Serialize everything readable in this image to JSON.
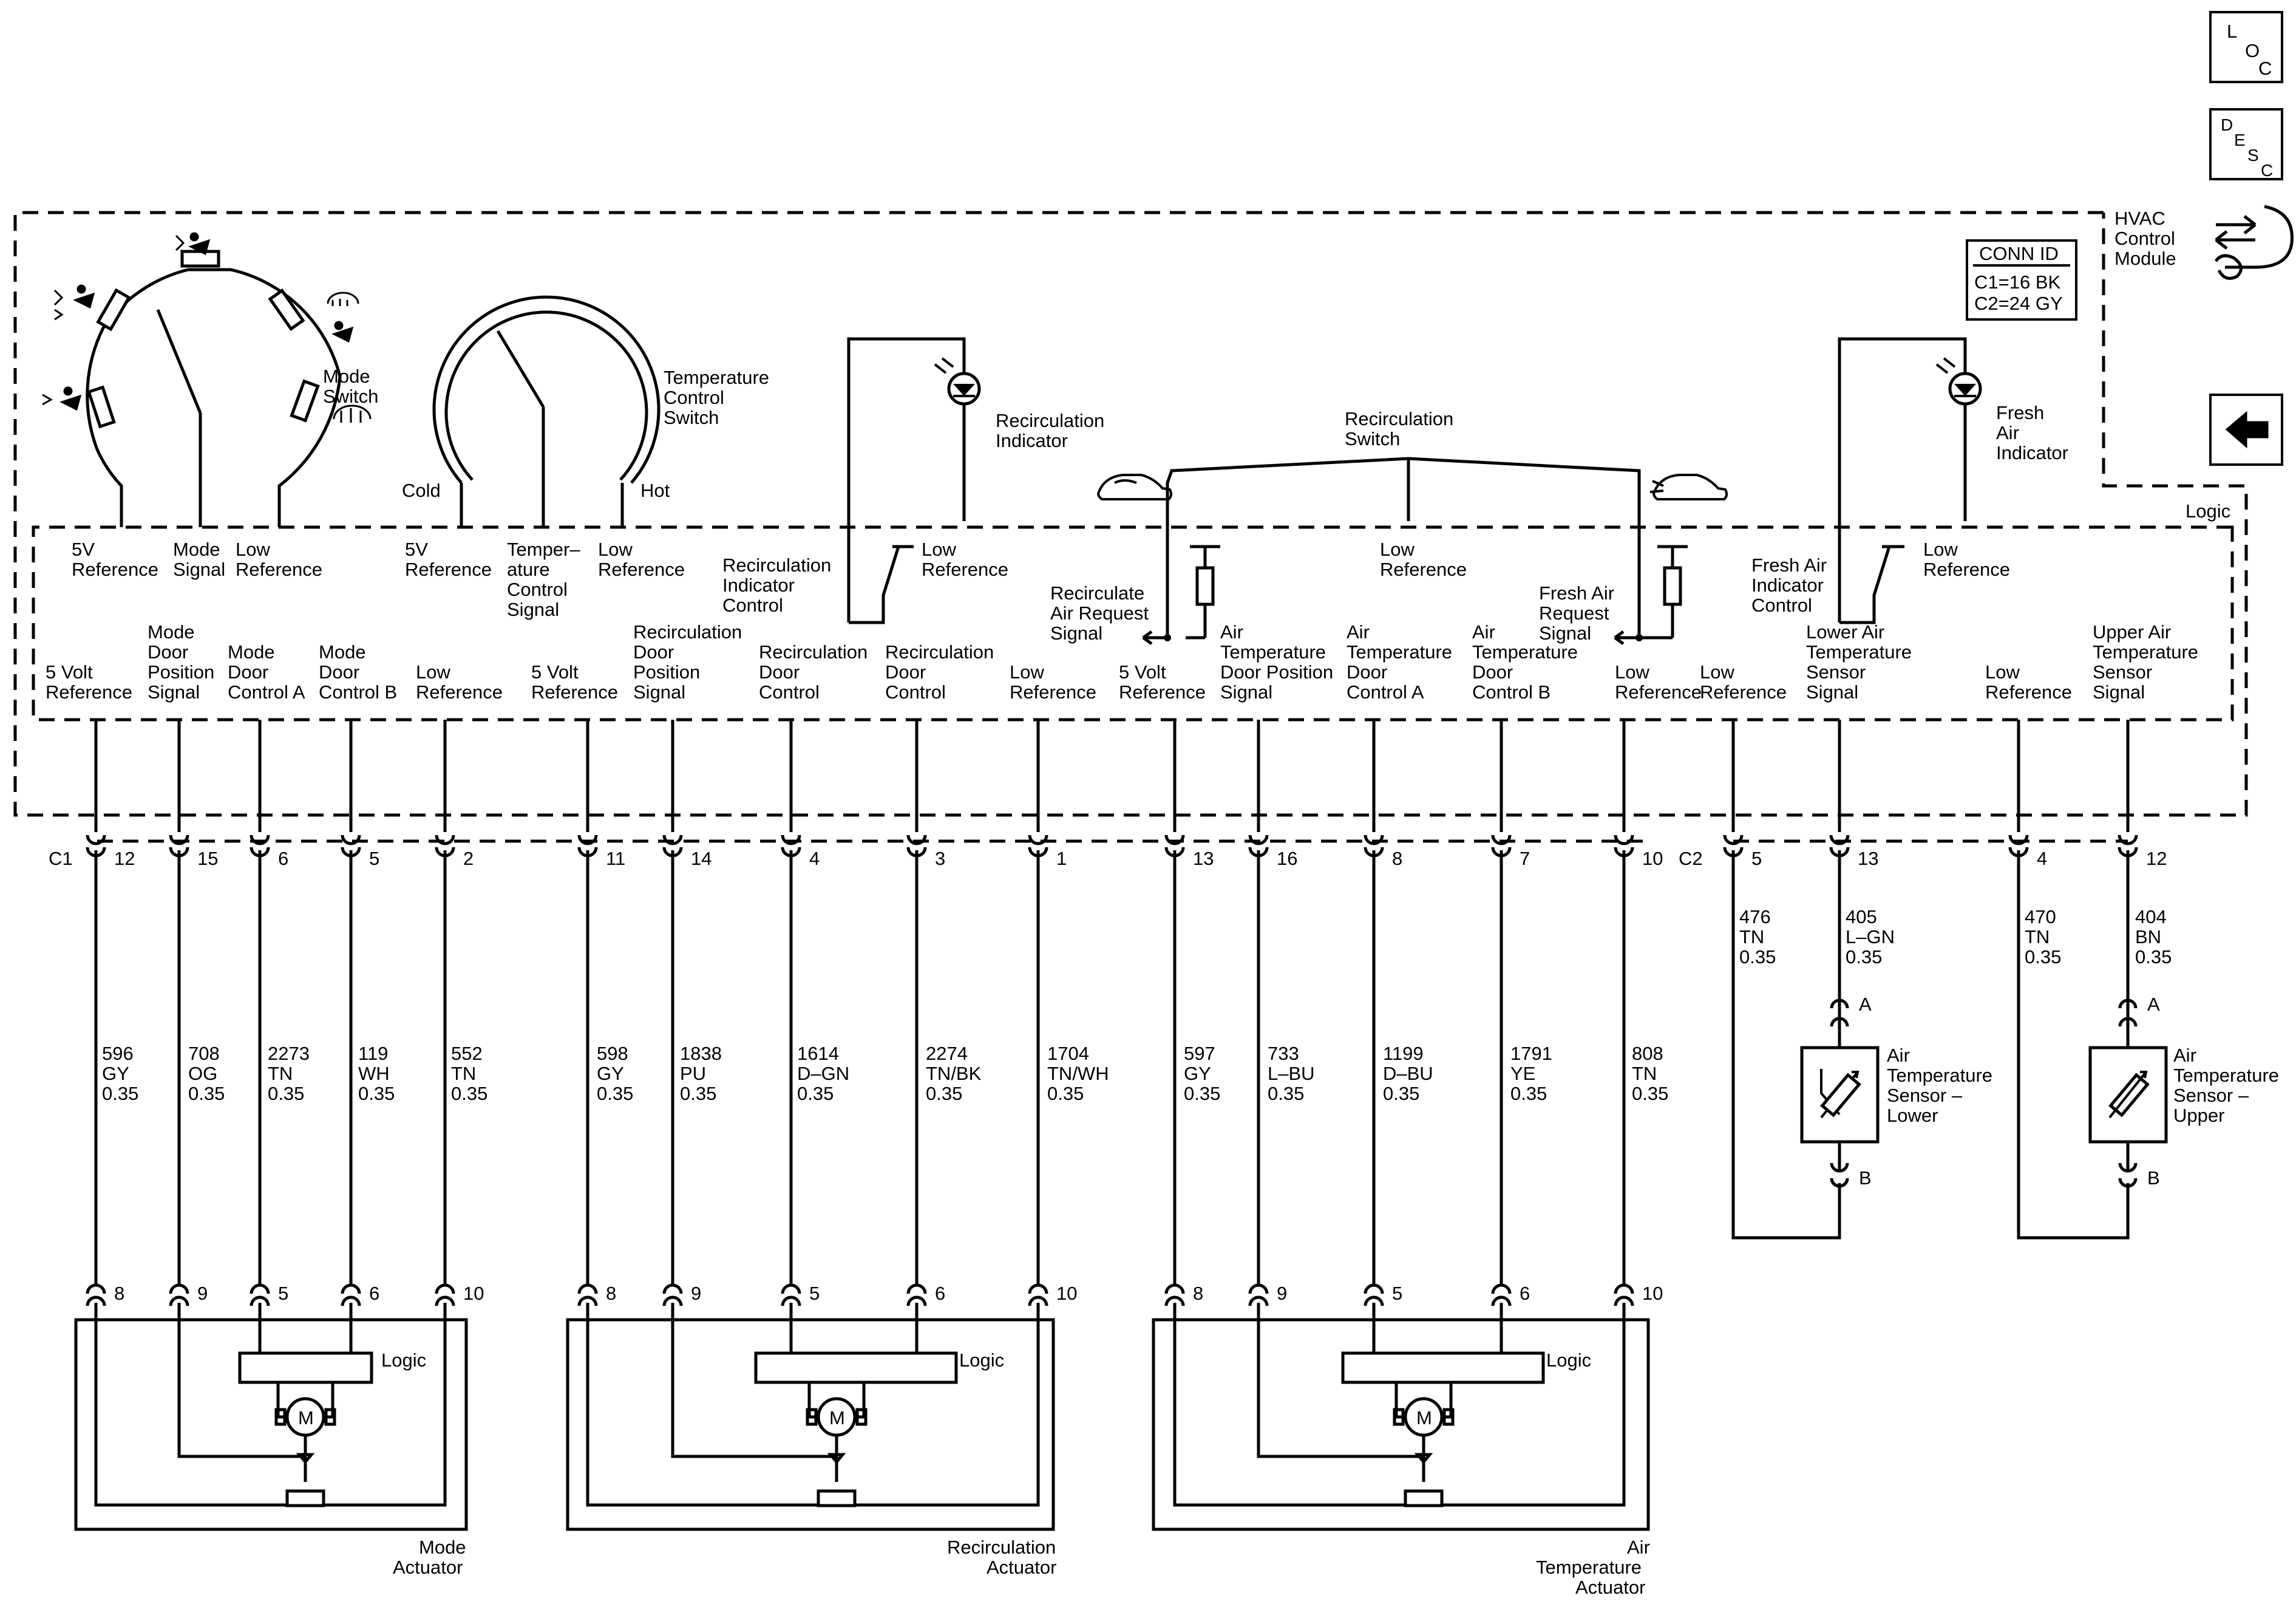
{
  "side_icons": {
    "loc": [
      "L",
      "O",
      "C"
    ],
    "desc": [
      "D",
      "E",
      "S",
      "C"
    ]
  },
  "module": {
    "title_lines": [
      "HVAC",
      "Control",
      "Module"
    ],
    "logic_label": "Logic",
    "conn_id": {
      "title": "CONN ID",
      "lines": [
        "C1=16 BK",
        "C2=24 GY"
      ]
    },
    "connector_labels": [
      "C1",
      "C2"
    ]
  },
  "mode_switch": {
    "name_lines": [
      "Mode",
      "Switch"
    ],
    "terminals": [
      [
        "5V",
        "Reference"
      ],
      [
        "Mode",
        "Signal"
      ],
      [
        "Low",
        "Reference"
      ]
    ]
  },
  "temp_switch": {
    "name_lines": [
      "Temperature",
      "Control",
      "Switch"
    ],
    "cold": "Cold",
    "hot": "Hot",
    "terminals": [
      [
        "5V",
        "Reference"
      ],
      [
        "Temper–",
        "ature",
        "Control",
        "Signal"
      ],
      [
        "Low",
        "Reference"
      ]
    ]
  },
  "recirc_indicator": {
    "name_lines": [
      "Recirculation",
      "Indicator"
    ],
    "low_ref": [
      "Low",
      "Reference"
    ],
    "control": [
      "Recirculation",
      "Indicator",
      "Control"
    ]
  },
  "recirc_switch": {
    "name_lines": [
      "Recirculation",
      "Switch"
    ],
    "low_ref": [
      "Low",
      "Reference"
    ],
    "recirc_request": [
      "Recirculate",
      "Air Request",
      "Signal"
    ],
    "fresh_request": [
      "Fresh Air",
      "Request",
      "Signal"
    ]
  },
  "fresh_indicator": {
    "name_lines": [
      "Fresh",
      "Air",
      "Indicator"
    ],
    "low_ref": [
      "Low",
      "Reference"
    ],
    "control": [
      "Fresh Air",
      "Indicator",
      "Control"
    ]
  },
  "circuits": [
    {
      "label": [
        "5 Volt",
        "Reference"
      ],
      "pin": "12",
      "wire": [
        "596",
        "GY",
        "0.35"
      ],
      "act_pin": "8"
    },
    {
      "label": [
        "Mode",
        "Door",
        "Position",
        "Signal"
      ],
      "pin": "15",
      "wire": [
        "708",
        "OG",
        "0.35"
      ],
      "act_pin": "9"
    },
    {
      "label": [
        "Mode",
        "Door",
        "Control A"
      ],
      "pin": "6",
      "wire": [
        "2273",
        "TN",
        "0.35"
      ],
      "act_pin": "5"
    },
    {
      "label": [
        "Mode",
        "Door",
        "Control B"
      ],
      "pin": "5",
      "wire": [
        "119",
        "WH",
        "0.35"
      ],
      "act_pin": "6"
    },
    {
      "label": [
        "Low",
        "Reference"
      ],
      "pin": "2",
      "wire": [
        "552",
        "TN",
        "0.35"
      ],
      "act_pin": "10"
    },
    {
      "label": [
        "5 Volt",
        "Reference"
      ],
      "pin": "11",
      "wire": [
        "598",
        "GY",
        "0.35"
      ],
      "act_pin": "8"
    },
    {
      "label": [
        "Recirculation",
        "Door",
        "Position",
        "Signal"
      ],
      "pin": "14",
      "wire": [
        "1838",
        "PU",
        "0.35"
      ],
      "act_pin": "9"
    },
    {
      "label": [
        "Recirculation",
        "Door",
        "Control"
      ],
      "pin": "4",
      "wire": [
        "1614",
        "D–GN",
        "0.35"
      ],
      "act_pin": "5"
    },
    {
      "label": [
        "Recirculation",
        "Door",
        "Control"
      ],
      "pin": "3",
      "wire": [
        "2274",
        "TN/BK",
        "0.35"
      ],
      "act_pin": "6"
    },
    {
      "label": [
        "Low",
        "Reference"
      ],
      "pin": "1",
      "wire": [
        "1704",
        "TN/WH",
        "0.35"
      ],
      "act_pin": "10"
    },
    {
      "label": [
        "5 Volt",
        "Reference"
      ],
      "pin": "13",
      "wire": [
        "597",
        "GY",
        "0.35"
      ],
      "act_pin": "8"
    },
    {
      "label": [
        "Air",
        "Temperature",
        "Door Position",
        "Signal"
      ],
      "pin": "16",
      "wire": [
        "733",
        "L–BU",
        "0.35"
      ],
      "act_pin": "9"
    },
    {
      "label": [
        "Air",
        "Temperature",
        "Door",
        "Control A"
      ],
      "pin": "8",
      "wire": [
        "1199",
        "D–BU",
        "0.35"
      ],
      "act_pin": "5"
    },
    {
      "label": [
        "Air",
        "Temperature",
        "Door",
        "Control B"
      ],
      "pin": "7",
      "wire": [
        "1791",
        "YE",
        "0.35"
      ],
      "act_pin": "6"
    },
    {
      "label": [
        "Low",
        "Reference"
      ],
      "pin": "10",
      "wire": [
        "808",
        "TN",
        "0.35"
      ],
      "act_pin": "10"
    },
    {
      "label": [
        "Low",
        "Reference"
      ],
      "pin": "5",
      "wire": [
        "476",
        "TN",
        "0.35"
      ]
    },
    {
      "label": [
        "Lower Air",
        "Temperature",
        "Sensor",
        "Signal"
      ],
      "pin": "13",
      "wire": [
        "405",
        "L–GN",
        "0.35"
      ]
    },
    {
      "label": [
        "Low",
        "Reference"
      ],
      "pin": "4",
      "wire": [
        "470",
        "TN",
        "0.35"
      ]
    },
    {
      "label": [
        "Upper Air",
        "Temperature",
        "Sensor",
        "Signal"
      ],
      "pin": "12",
      "wire": [
        "404",
        "BN",
        "0.35"
      ]
    }
  ],
  "actuators": [
    {
      "name_lines": [
        "Mode",
        "Actuator"
      ],
      "logic": "Logic",
      "motor": "M"
    },
    {
      "name_lines": [
        "Recirculation",
        "Actuator"
      ],
      "logic": "Logic",
      "motor": "M"
    },
    {
      "name_lines": [
        "Air",
        "Temperature",
        "Actuator"
      ],
      "logic": "Logic",
      "motor": "M"
    }
  ],
  "sensors": [
    {
      "name_lines": [
        "Air",
        "Temperature",
        "Sensor –",
        "Lower"
      ],
      "pin_a": "A",
      "pin_b": "B"
    },
    {
      "name_lines": [
        "Air",
        "Temperature",
        "Sensor –",
        "Upper"
      ],
      "pin_a": "A",
      "pin_b": "B"
    }
  ]
}
